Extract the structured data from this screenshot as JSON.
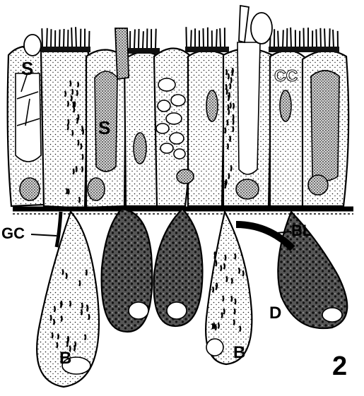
{
  "figure": {
    "labels": {
      "s_upper": "S",
      "s_middle": "S",
      "cc": "CC",
      "gc": "GC",
      "bl": "BL",
      "d": "D",
      "b_left": "B",
      "b_right": "B",
      "figure_number": "2"
    },
    "colors": {
      "ink": "#000000",
      "background": "#ffffff",
      "stipple": "#1a1a1a"
    }
  }
}
